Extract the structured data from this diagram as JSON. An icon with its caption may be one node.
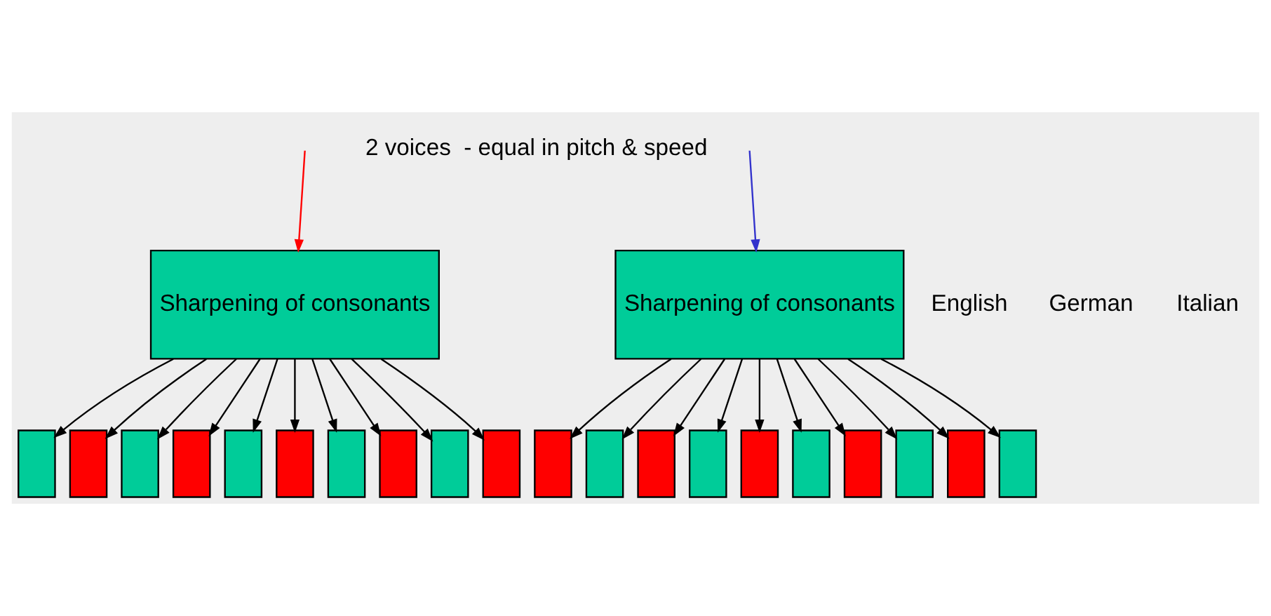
{
  "diagram": {
    "nodes": [
      {
        "text": [
          "Sharpening of consonants"
        ]
      },
      {
        "text": [
          "Sharpening of consonants"
        ]
      },
      {
        "text": [],
        "shape": "box"
      },
      {
        "text": [],
        "shape": "box"
      },
      {
        "text": [],
        "shape": "box"
      },
      {
        "text": [],
        "shape": "box"
      },
      {
        "text": [],
        "shape": "box"
      },
      {
        "text": [],
        "shape": "box"
      },
      {
        "text": [],
        "shape": "box"
      },
      {
        "text": [],
        "shape": "box"
      },
      {
        "text": [],
        "shape": "box"
      },
      {
        "text": [],
        "shape": "box"
      },
      {
        "text": [],
        "shape": "box"
      },
      {
        "text": [],
        "shape": "box"
      },
      {
        "text": [],
        "shape": "box"
      },
      {
        "text": [],
        "shape": "box"
      },
      {
        "text": [],
        "shape": "box"
      },
      {
        "text": [],
        "shape": "box"
      },
      {
        "text": [],
        "shape": "box"
      },
      {
        "text": [],
        "shape": "box"
      },
      {
        "text": [],
        "shape": "box"
      },
      {
        "text": [],
        "shape": "box"
      }
    ],
    "edges": [
      {
        "from": null,
        "to": 0,
        "arrow": "to",
        "color": "#ff0000"
      },
      {
        "from": null,
        "to": 1,
        "arrow": "to",
        "color": "#3333cc"
      },
      {
        "from": 0,
        "to": 2,
        "arrow": "to"
      },
      {
        "from": 0,
        "to": 3,
        "arrow": "to"
      },
      {
        "from": 0,
        "to": 4,
        "arrow": "to"
      },
      {
        "from": 0,
        "to": 5,
        "arrow": "to"
      },
      {
        "from": 0,
        "to": 6,
        "arrow": "to"
      },
      {
        "from": 0,
        "to": 7,
        "arrow": "to"
      },
      {
        "from": 0,
        "to": 8,
        "arrow": "to"
      },
      {
        "from": 0,
        "to": 9,
        "arrow": "to"
      },
      {
        "from": 0,
        "to": 10,
        "arrow": "to"
      },
      {
        "from": 0,
        "to": 11,
        "arrow": "to"
      },
      {
        "from": 1,
        "to": 12,
        "arrow": "to"
      },
      {
        "from": 1,
        "to": 13,
        "arrow": "to"
      },
      {
        "from": 1,
        "to": 14,
        "arrow": "to"
      },
      {
        "from": 1,
        "to": 15,
        "arrow": "to"
      },
      {
        "from": 1,
        "to": 16,
        "arrow": "to"
      },
      {
        "from": 1,
        "to": 17,
        "arrow": "to"
      },
      {
        "from": 1,
        "to": 18,
        "arrow": "to"
      },
      {
        "from": 1,
        "to": 19,
        "arrow": "to"
      },
      {
        "from": 1,
        "to": 20,
        "arrow": "to"
      },
      {
        "from": 1,
        "to": 21,
        "arrow": "to"
      }
    ],
    "labels": [
      "2 voices  - equal in pitch & speed",
      "English",
      "German",
      "Italian"
    ]
  }
}
